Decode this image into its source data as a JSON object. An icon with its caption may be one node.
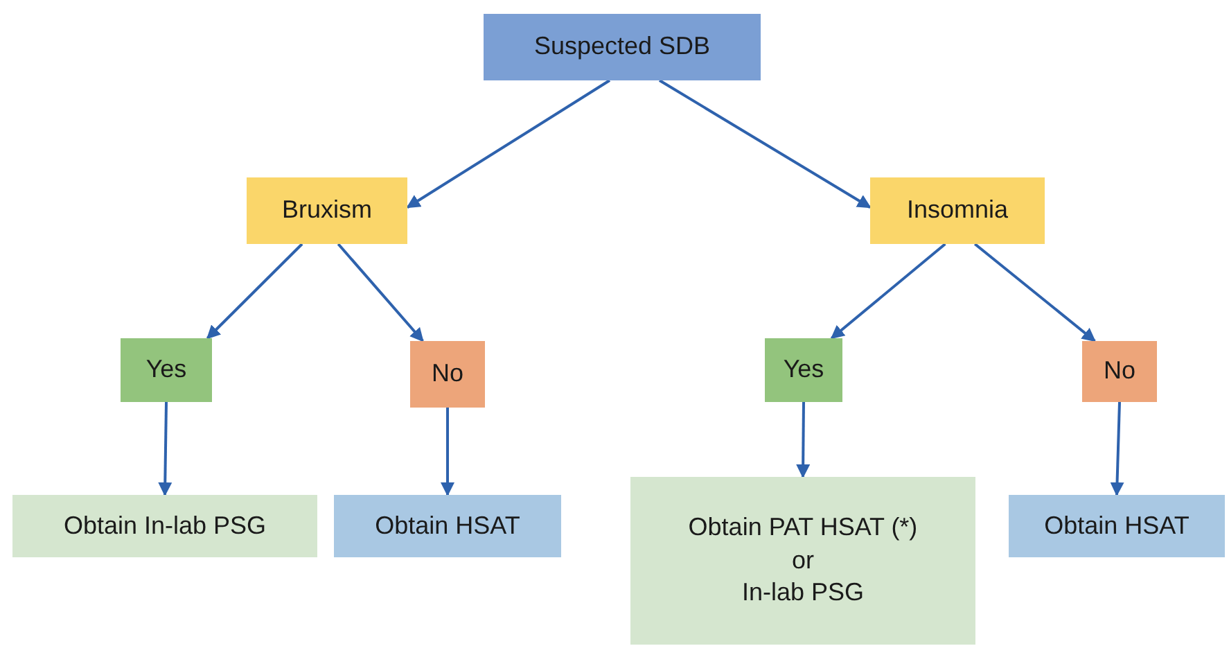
{
  "diagram": {
    "nodes": [
      {
        "text": [
          "Suspected SDB"
        ]
      },
      {
        "text": [
          "Bruxism"
        ]
      },
      {
        "text": [
          "Insomnia"
        ]
      },
      {
        "text": [
          "Yes"
        ]
      },
      {
        "text": [
          "No"
        ]
      },
      {
        "text": [
          "Yes"
        ]
      },
      {
        "text": [
          "No"
        ]
      },
      {
        "text": [
          "Obtain In-lab PSG"
        ]
      },
      {
        "text": [
          "Obtain HSAT"
        ]
      },
      {
        "text": [
          "Obtain PAT HSAT (*)",
          "or",
          "In-lab PSG"
        ]
      },
      {
        "text": [
          "Obtain HSAT"
        ]
      }
    ],
    "edges": [
      {
        "from": 0,
        "to": 1,
        "arrow": "to"
      },
      {
        "from": 0,
        "to": 2,
        "arrow": "to"
      },
      {
        "from": 1,
        "to": 3,
        "arrow": "to"
      },
      {
        "from": 1,
        "to": 4,
        "arrow": "to"
      },
      {
        "from": 2,
        "to": 5,
        "arrow": "to"
      },
      {
        "from": 2,
        "to": 6,
        "arrow": "to"
      },
      {
        "from": 3,
        "to": 7,
        "arrow": "to"
      },
      {
        "from": 4,
        "to": 8,
        "arrow": "to"
      },
      {
        "from": 5,
        "to": 9,
        "arrow": "to"
      },
      {
        "from": 6,
        "to": 10,
        "arrow": "to"
      }
    ]
  }
}
